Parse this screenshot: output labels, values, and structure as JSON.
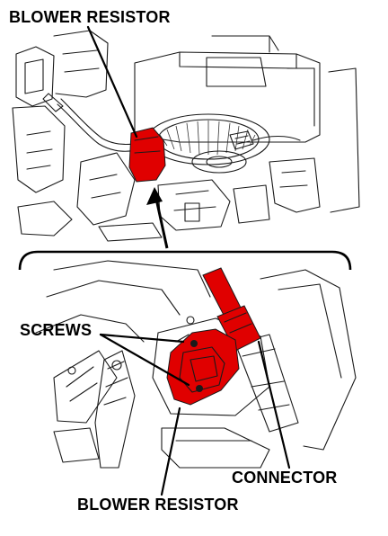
{
  "labels": {
    "top_blower_resistor": "BLOWER RESISTOR",
    "screws": "SCREWS",
    "connector": "CONNECTOR",
    "bottom_blower_resistor": "BLOWER RESISTOR"
  },
  "colors": {
    "highlight": "#e00000",
    "line_art": "#1a1a1a",
    "background": "#ffffff"
  }
}
